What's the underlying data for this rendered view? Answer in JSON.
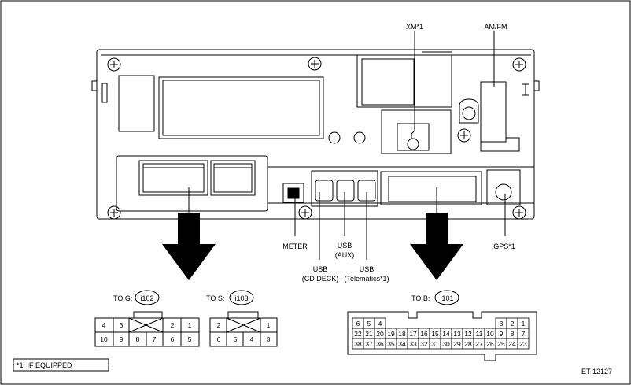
{
  "labels": {
    "xm": "XM*1",
    "amfm": "AM/FM",
    "meter": "METER",
    "usb_cd_line1": "USB",
    "usb_cd_line2": "(CD DECK)",
    "usb_aux_line1": "USB",
    "usb_aux_line2": "(AUX)",
    "usb_tel_line1": "USB",
    "usb_tel_line2": "(Telematics*1)",
    "gps": "GPS*1"
  },
  "connectors": {
    "g": {
      "prefix": "TO G:",
      "code": "i102",
      "top_row": [
        "4",
        "3",
        "",
        "2",
        "1"
      ],
      "bottom_row": [
        "10",
        "9",
        "8",
        "7",
        "6",
        "5"
      ]
    },
    "s": {
      "prefix": "TO S:",
      "code": "i103",
      "top_row": [
        "2",
        "",
        "1"
      ],
      "bottom_row": [
        "6",
        "5",
        "4",
        "3"
      ]
    },
    "b": {
      "prefix": "TO B:",
      "code": "i101",
      "top_left": [
        "6",
        "5",
        "4"
      ],
      "top_right": [
        "3",
        "2",
        "1"
      ],
      "mid_row": [
        "22",
        "21",
        "20",
        "19",
        "18",
        "17",
        "16",
        "15",
        "14",
        "13",
        "12",
        "11",
        "10",
        "9",
        "8",
        "7"
      ],
      "bottom_row": [
        "38",
        "37",
        "36",
        "35",
        "34",
        "33",
        "32",
        "31",
        "30",
        "29",
        "28",
        "27",
        "26",
        "25",
        "24",
        "23"
      ]
    }
  },
  "note": "*1: IF EQUIPPED",
  "figure_id": "ET-12127"
}
